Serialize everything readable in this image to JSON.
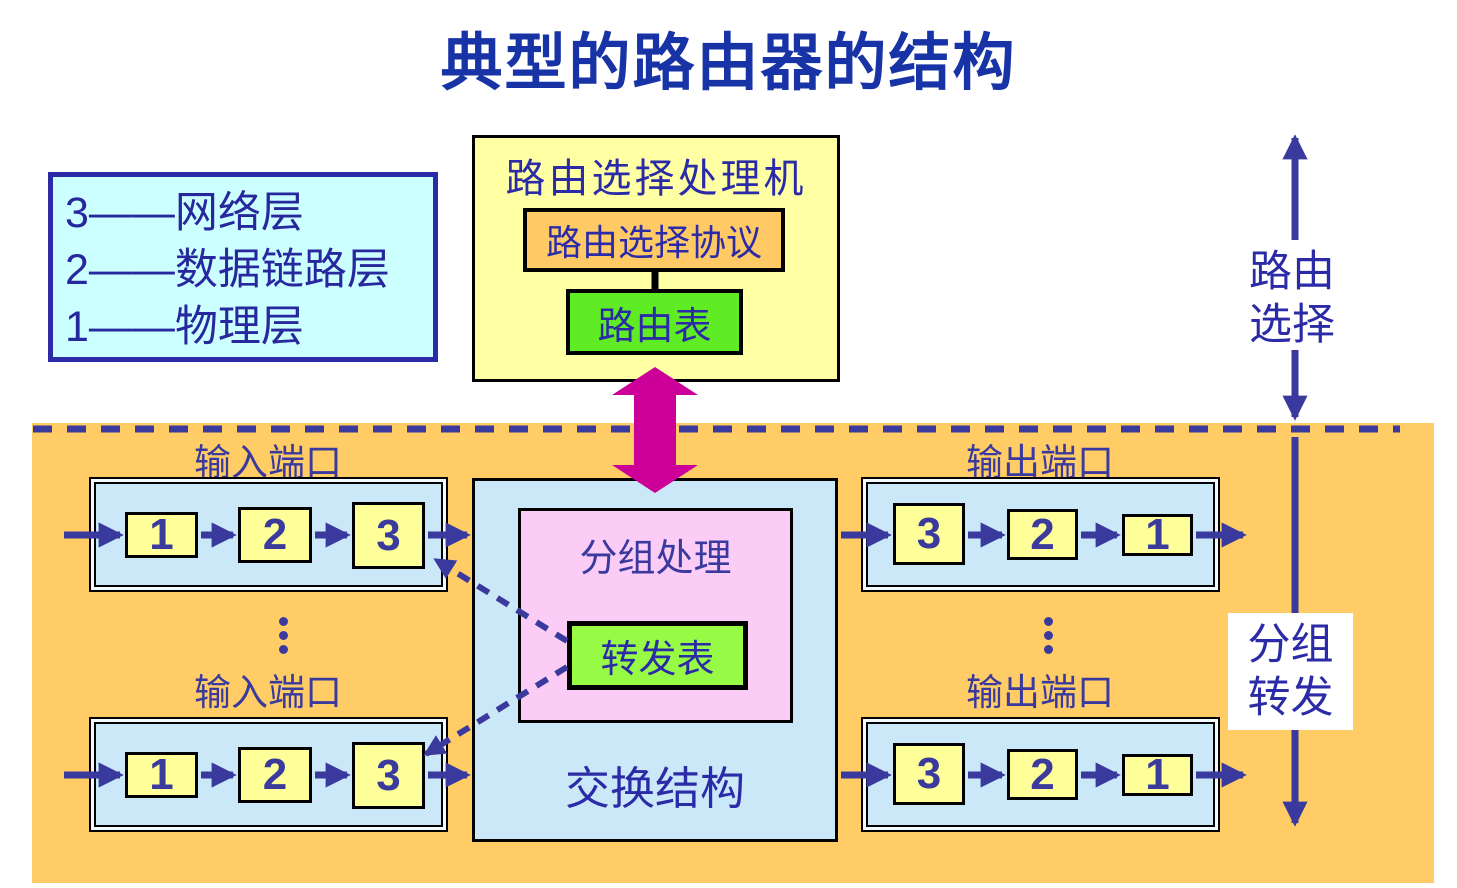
{
  "title": "典型的路由器的结构",
  "legend": {
    "line1": "3——网络层",
    "line2": "2——数据链路层",
    "line3": "1——物理层"
  },
  "processor": {
    "title": "路由选择处理机",
    "protocol_label": "路由选择协议",
    "routing_table_label": "路由表"
  },
  "fabric": {
    "label": "交换结构",
    "packet_processing_label": "分组处理",
    "forwarding_table_label": "转发表"
  },
  "ports": {
    "input_label": "输入端口",
    "output_label": "输出端口",
    "input_layers": [
      "1",
      "2",
      "3"
    ],
    "output_layers": [
      "3",
      "2",
      "1"
    ]
  },
  "annotations": {
    "route_selection": "路由选择",
    "packet_forwarding": "分组转发"
  },
  "colors": {
    "title_blue": "#1733A6",
    "diagram_blue": "#3A3A9E",
    "magenta_arrow": "#CC0099",
    "forwarding_region_bg": "#FFCC66",
    "legend_bg": "#CCFFFF",
    "processor_bg": "#FFFFA3",
    "protocol_bg": "#FFC966",
    "routing_table_green": "#5FEC25",
    "forwarding_table_green": "#97FA45",
    "port_bg": "#CBE8F9",
    "packet_processing_pink": "#FBCCF5",
    "layer_chip_yellow": "#FFFF99"
  }
}
